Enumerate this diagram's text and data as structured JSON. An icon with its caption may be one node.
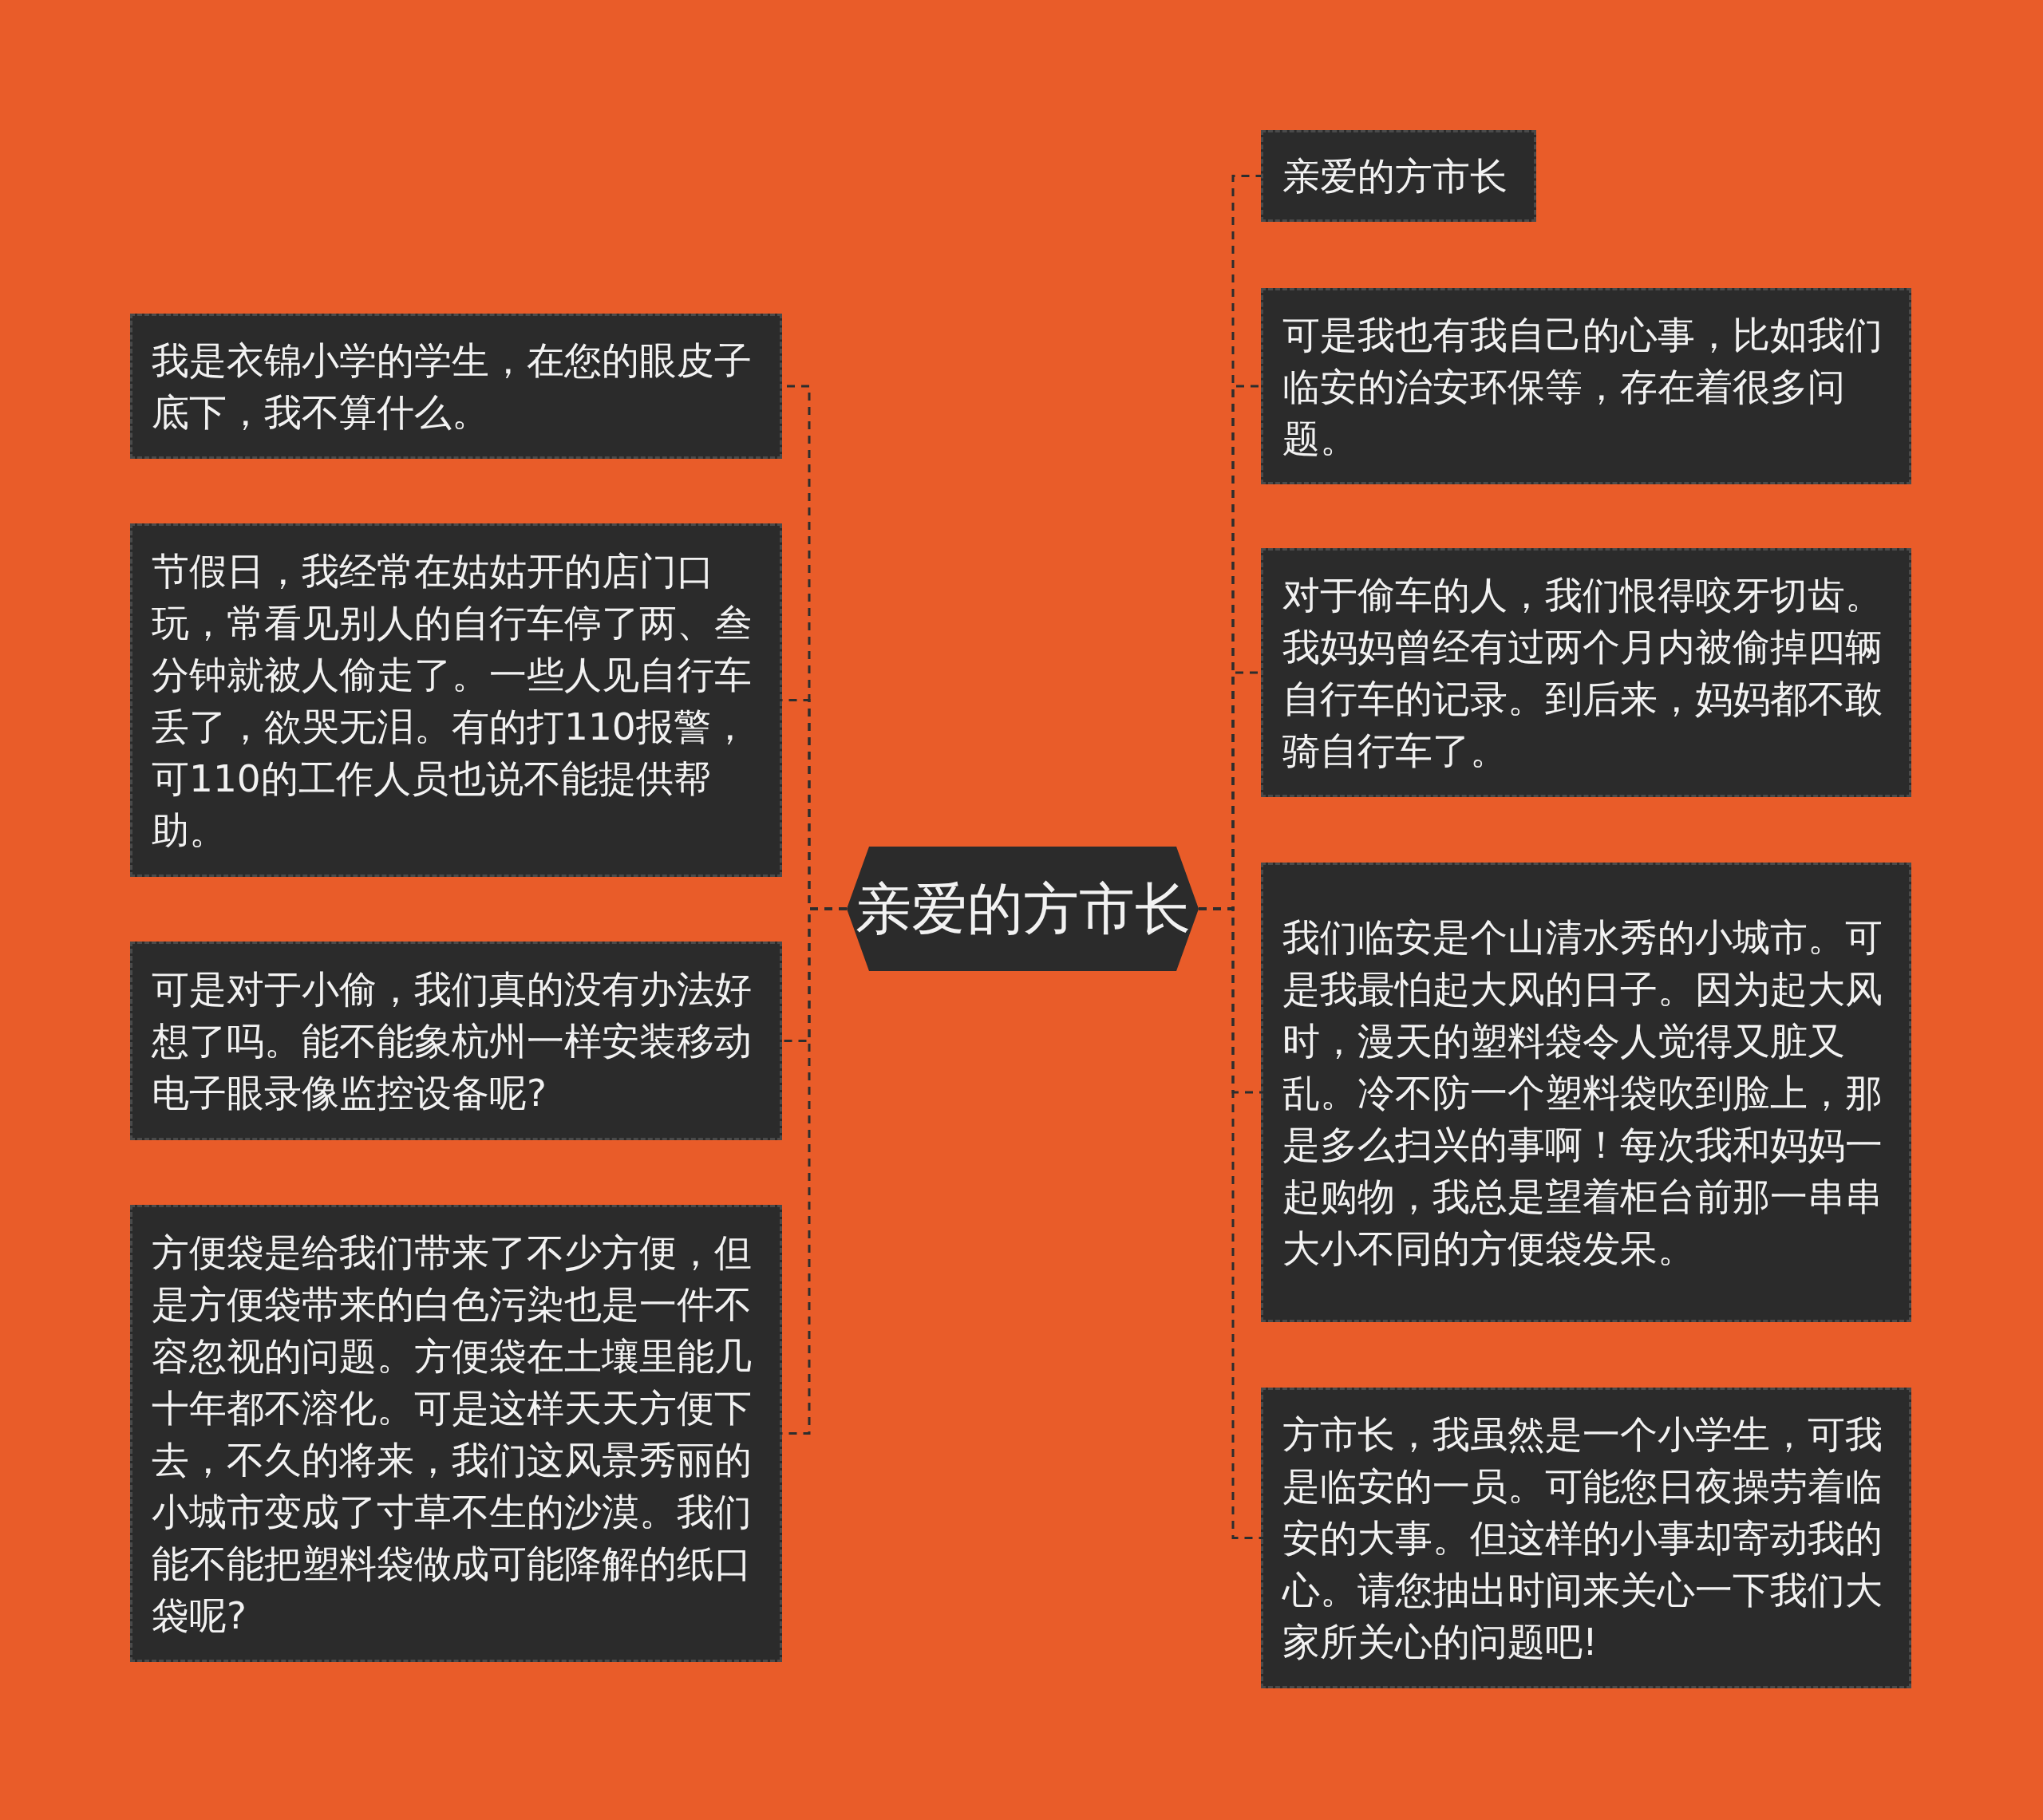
{
  "diagram": {
    "nodes": [
      {
        "text": [
          "亲爱的方市长"
        ]
      },
      {
        "text": [
          "我是衣锦小学的学生，在您的眼皮子底下，我不算什么。"
        ]
      },
      {
        "text": [
          "节假日，我经常在姑姑开的店门口玩，常看见别人的自行车停了两、叁分钟就被人偷走了。一些人见自行车丢了，欲哭无泪。有的打110报警，可110的工作人员也说不能提供帮助。"
        ]
      },
      {
        "text": [
          "可是对于小偷，我们真的没有办法好想了吗。能不能象杭州一样安装移动电子眼录像监控设备呢?"
        ]
      },
      {
        "text": [
          "方便袋是给我们带来了不少方便，但是方便袋带来的白色污染也是一件不容忽视的问题。方便袋在土壤里能几十年都不溶化。可是这样天天方便下去，不久的将来，我们这风景秀丽的小城市变成了寸草不生的沙漠。我们能不能把塑料袋做成可能降解的纸口袋呢?"
        ]
      },
      {
        "text": [
          "亲爱的方市长"
        ]
      },
      {
        "text": [
          "可是我也有我自己的心事，比如我们临安的治安环保等，存在着很多问题。"
        ]
      },
      {
        "text": [
          "对于偷车的人，我们恨得咬牙切齿。我妈妈曾经有过两个月内被偷掉四辆自行车的记录。到后来，妈妈都不敢骑自行车了。"
        ]
      },
      {
        "text": [
          "我们临安是个山清水秀的小城市。可是我最怕起大风的日子。因为起大风时，漫天的塑料袋令人觉得又脏又乱。冷不防一个塑料袋吹到脸上，那是多么扫兴的事啊！每次我和妈妈一起购物，我总是望着柜台前那一串串大小不同的方便袋发呆。"
        ]
      },
      {
        "text": [
          "方市长，我虽然是一个小学生，可我是临安的一员。可能您日夜操劳着临安的大事。但这样的小事却寄动我的心。请您抽出时间来关心一下我们大家所关心的问题吧!"
        ]
      }
    ],
    "edges": [
      {
        "from": 0,
        "to": 1,
        "arrow": "none",
        "style": "dashed"
      },
      {
        "from": 0,
        "to": 2,
        "arrow": "none",
        "style": "dashed"
      },
      {
        "from": 0,
        "to": 3,
        "arrow": "none",
        "style": "dashed"
      },
      {
        "from": 0,
        "to": 4,
        "arrow": "none",
        "style": "dashed"
      },
      {
        "from": 0,
        "to": 5,
        "arrow": "none",
        "style": "dashed"
      },
      {
        "from": 0,
        "to": 6,
        "arrow": "none",
        "style": "dashed"
      },
      {
        "from": 0,
        "to": 7,
        "arrow": "none",
        "style": "dashed"
      },
      {
        "from": 0,
        "to": 8,
        "arrow": "none",
        "style": "dashed"
      },
      {
        "from": 0,
        "to": 9,
        "arrow": "none",
        "style": "dashed"
      }
    ]
  }
}
